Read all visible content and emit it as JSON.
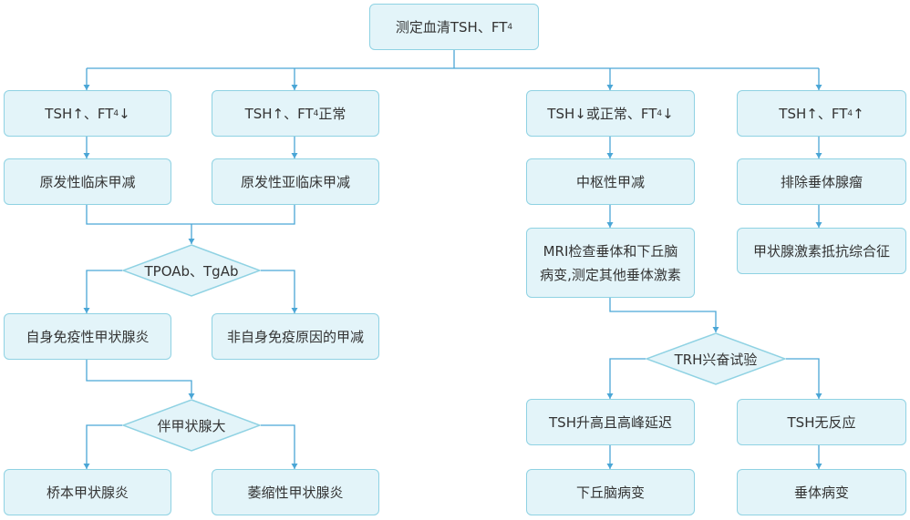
{
  "colors": {
    "box_fill": "#e3f4f9",
    "box_border": "#8fd2e3",
    "connector": "#4aa6d6",
    "text": "#333333"
  },
  "nodes": {
    "root": "测定血清TSH、FT4",
    "tsh_up_ft4_down": "TSH↑、FT4↓",
    "tsh_up_ft4_normal": "TSH↑、FT4正常",
    "tsh_down_ft4_down": "TSH↓或正常、FT4↓",
    "tsh_up_ft4_up": "TSH↑、FT4↑",
    "primary_clinical_hypo": "原发性临床甲减",
    "primary_subclinical_hypo": "原发性亚临床甲减",
    "central_hypo": "中枢性甲减",
    "exclude_pituitary_tumor": "排除垂体腺瘤",
    "tpoab_tgab": "TPOAb、TgAb",
    "mri_check": "MRI检查垂体和下丘脑病变,测定其他垂体激素",
    "thyroid_hormone_resistance": "甲状腺激素抵抗综合征",
    "autoimmune_thyroiditis": "自身免疫性甲状腺炎",
    "non_autoimmune_hypo": "非自身免疫原因的甲减",
    "trh_test": "TRH兴奋试验",
    "with_goiter": "伴甲状腺大",
    "tsh_rise_delayed_peak": "TSH升高且高峰延迟",
    "tsh_no_response": "TSH无反应",
    "hashimoto": "桥本甲状腺炎",
    "atrophic_thyroiditis": "萎缩性甲状腺炎",
    "hypothalamic_lesion": "下丘脑病变",
    "pituitary_lesion": "垂体病变"
  }
}
